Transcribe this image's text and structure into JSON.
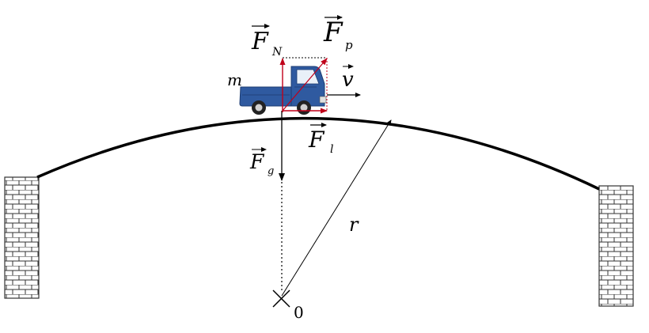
{
  "labels": {
    "normal_force": "F",
    "normal_force_sub": "N",
    "friction_force": "F",
    "friction_force_sub": "p",
    "velocity": "v",
    "mass": "m",
    "lift_force": "F",
    "lift_force_sub": "l",
    "gravity": "F",
    "gravity_sub": "g",
    "radius": "r",
    "center": "0"
  },
  "colors": {
    "background": "#ffffff",
    "bridge": "#000000",
    "force_red": "#c0001a",
    "truck_blue": "#2f5aa0",
    "truck_dark": "#1c3c72",
    "brick_line": "#333333"
  }
}
